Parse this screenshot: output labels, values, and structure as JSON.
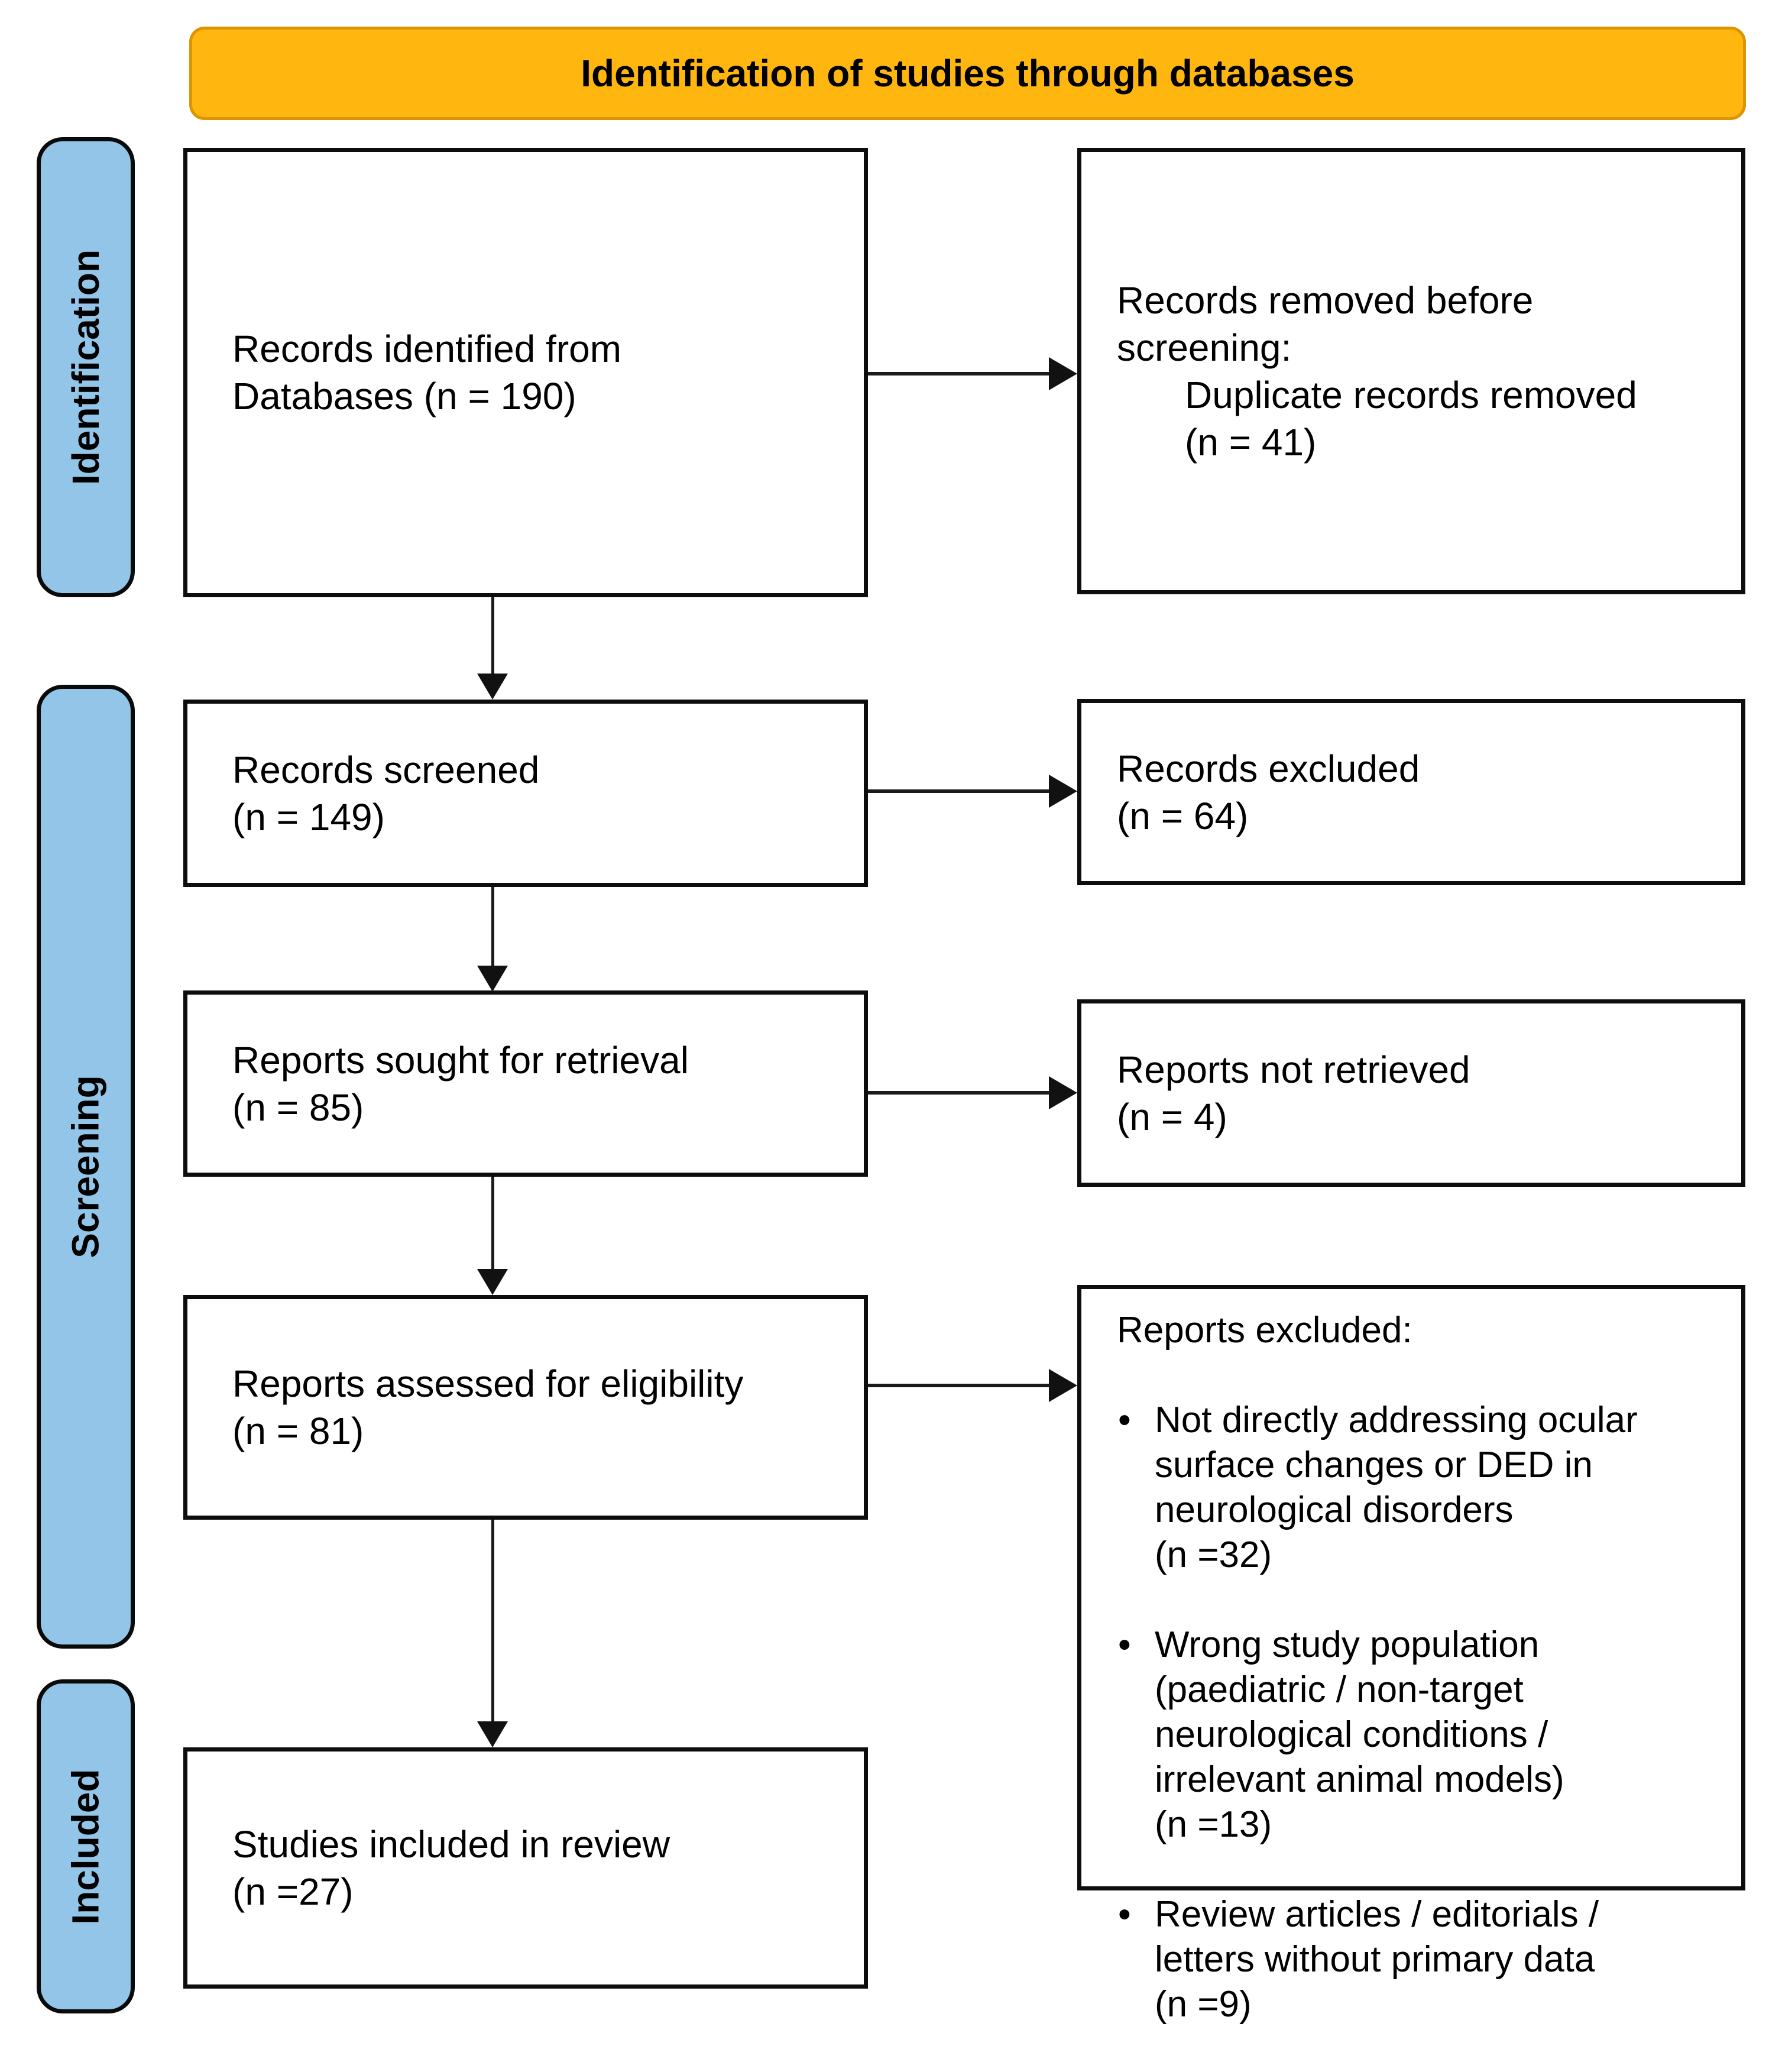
{
  "banner": {
    "label": "Identification of studies through databases",
    "bg_color": "#FFB60F",
    "border_color": "#DB9502"
  },
  "sidebar": {
    "bg_color": "#93C5E8",
    "items": [
      {
        "label": "Identification"
      },
      {
        "label": "Screening"
      },
      {
        "label": "Included"
      }
    ]
  },
  "main_flow": [
    {
      "text": "Records identified from\nDatabases (n = 190)"
    },
    {
      "text": "Records screened\n(n = 149)"
    },
    {
      "text": "Reports sought for retrieval\n(n = 85)"
    },
    {
      "text": "Reports assessed for eligibility\n(n = 81)"
    },
    {
      "text": "Studies included in review\n(n =27)"
    }
  ],
  "exclusion_flow": [
    {
      "title": "Records removed before\nscreening:",
      "detail": "Duplicate records removed\n(n = 41)"
    },
    {
      "text": "Records excluded\n(n = 64)"
    },
    {
      "text": "Reports not retrieved\n(n = 4)"
    },
    {
      "title": "Reports excluded:",
      "bullets": [
        "Not directly addressing ocular\nsurface changes or DED in\nneurological disorders\n(n =32)",
        "Wrong study population\n(paediatric / non-target\nneurological conditions /\nirrelevant animal models)\n(n =13)",
        "Review articles / editorials /\nletters without primary data\n(n =9)"
      ]
    }
  ]
}
